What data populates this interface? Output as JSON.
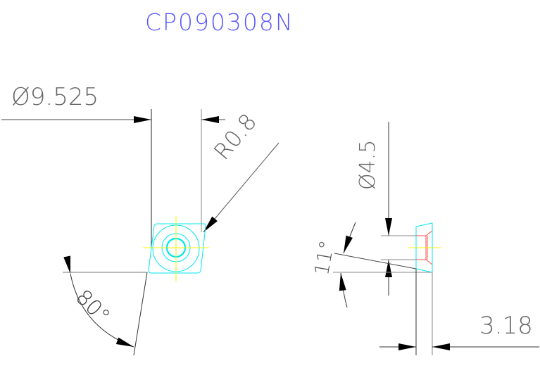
{
  "title": "CP090308N",
  "colors": {
    "title": "#5a5aff",
    "dimension": "#222222",
    "dimension_text": "#666666",
    "outline": "#00e6f0",
    "centerline": "#f5f500",
    "hidden_edge": "#ff5050"
  },
  "dimensions": {
    "inscribed_circle": "Ø9.525",
    "corner_radius": "R0.8",
    "hole_diameter": "Ø4.5",
    "clearance_angle": "11°",
    "corner_angle": "80°",
    "thickness": "3.18"
  },
  "views": {
    "top_view": "rhombic insert outline with center hole",
    "side_view": "insert cross-section with countersunk hole"
  }
}
